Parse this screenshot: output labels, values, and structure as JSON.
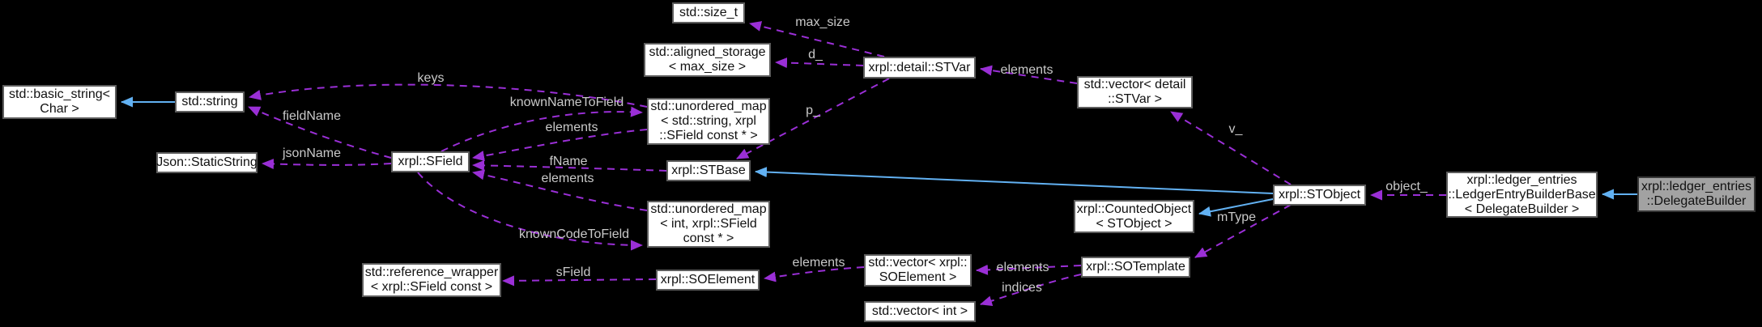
{
  "diagram": {
    "background": "#000000",
    "colors": {
      "usage_edge": "#9a2fd6",
      "inheritance_edge": "#62b1f2",
      "node_fill": "#ffffff",
      "node_border": "#5d5d5d",
      "highlight_fill": "#a2a2a2",
      "label_text": "#c9c9c9"
    },
    "nodes": {
      "basic_string": {
        "lines": [
          "std::basic_string<",
          "Char >"
        ]
      },
      "string": {
        "lines": [
          "std::string"
        ]
      },
      "static_string": {
        "lines": [
          "Json::StaticString"
        ]
      },
      "sfield": {
        "lines": [
          "xrpl::SField"
        ]
      },
      "size_t": {
        "lines": [
          "std::size_t"
        ]
      },
      "aligned_storage": {
        "lines": [
          "std::aligned_storage",
          "< max_size >"
        ]
      },
      "umap_string": {
        "lines": [
          "std::unordered_map",
          "< std::string, xrpl",
          "::SField const * >"
        ]
      },
      "stbase": {
        "lines": [
          "xrpl::STBase"
        ]
      },
      "umap_int": {
        "lines": [
          "std::unordered_map",
          "< int, xrpl::SField",
          "const * >"
        ]
      },
      "ref_wrapper": {
        "lines": [
          "std::reference_wrapper",
          "< xrpl::SField const >"
        ]
      },
      "soelement": {
        "lines": [
          "xrpl::SOElement"
        ]
      },
      "vector_soelement": {
        "lines": [
          "std::vector< xrpl::",
          "SOElement >"
        ]
      },
      "vector_int": {
        "lines": [
          "std::vector< int >"
        ]
      },
      "stvar": {
        "lines": [
          "xrpl::detail::STVar"
        ]
      },
      "vector_stvar": {
        "lines": [
          "std::vector< detail",
          "::STVar >"
        ]
      },
      "counted_object": {
        "lines": [
          "xrpl::CountedObject",
          "< STObject >"
        ]
      },
      "sotemplate": {
        "lines": [
          "xrpl::SOTemplate"
        ]
      },
      "stobject": {
        "lines": [
          "xrpl::STObject"
        ]
      },
      "builder_base": {
        "lines": [
          "xrpl::ledger_entries",
          "::LedgerEntryBuilderBase",
          "< DelegateBuilder >"
        ]
      },
      "delegate_builder": {
        "lines": [
          "xrpl::ledger_entries",
          "::DelegateBuilder"
        ],
        "highlighted": true
      }
    },
    "edge_labels": {
      "keys": "keys",
      "field_name": "fieldName",
      "json_name": "jsonName",
      "known_name_to_field": "knownNameToField",
      "elements_name_map": "elements",
      "f_name": "fName",
      "elements_code_map": "elements",
      "known_code_to_field": "knownCodeToField",
      "s_field": "sField",
      "elements_soelement_vec": "elements",
      "elements_sotemplate": "elements",
      "indices": "indices",
      "max_size": "max_size",
      "d": "d_",
      "p": "p_",
      "elements_stvar_vec": "elements",
      "v": "v_",
      "m_type": "mType",
      "object": "object_"
    }
  }
}
